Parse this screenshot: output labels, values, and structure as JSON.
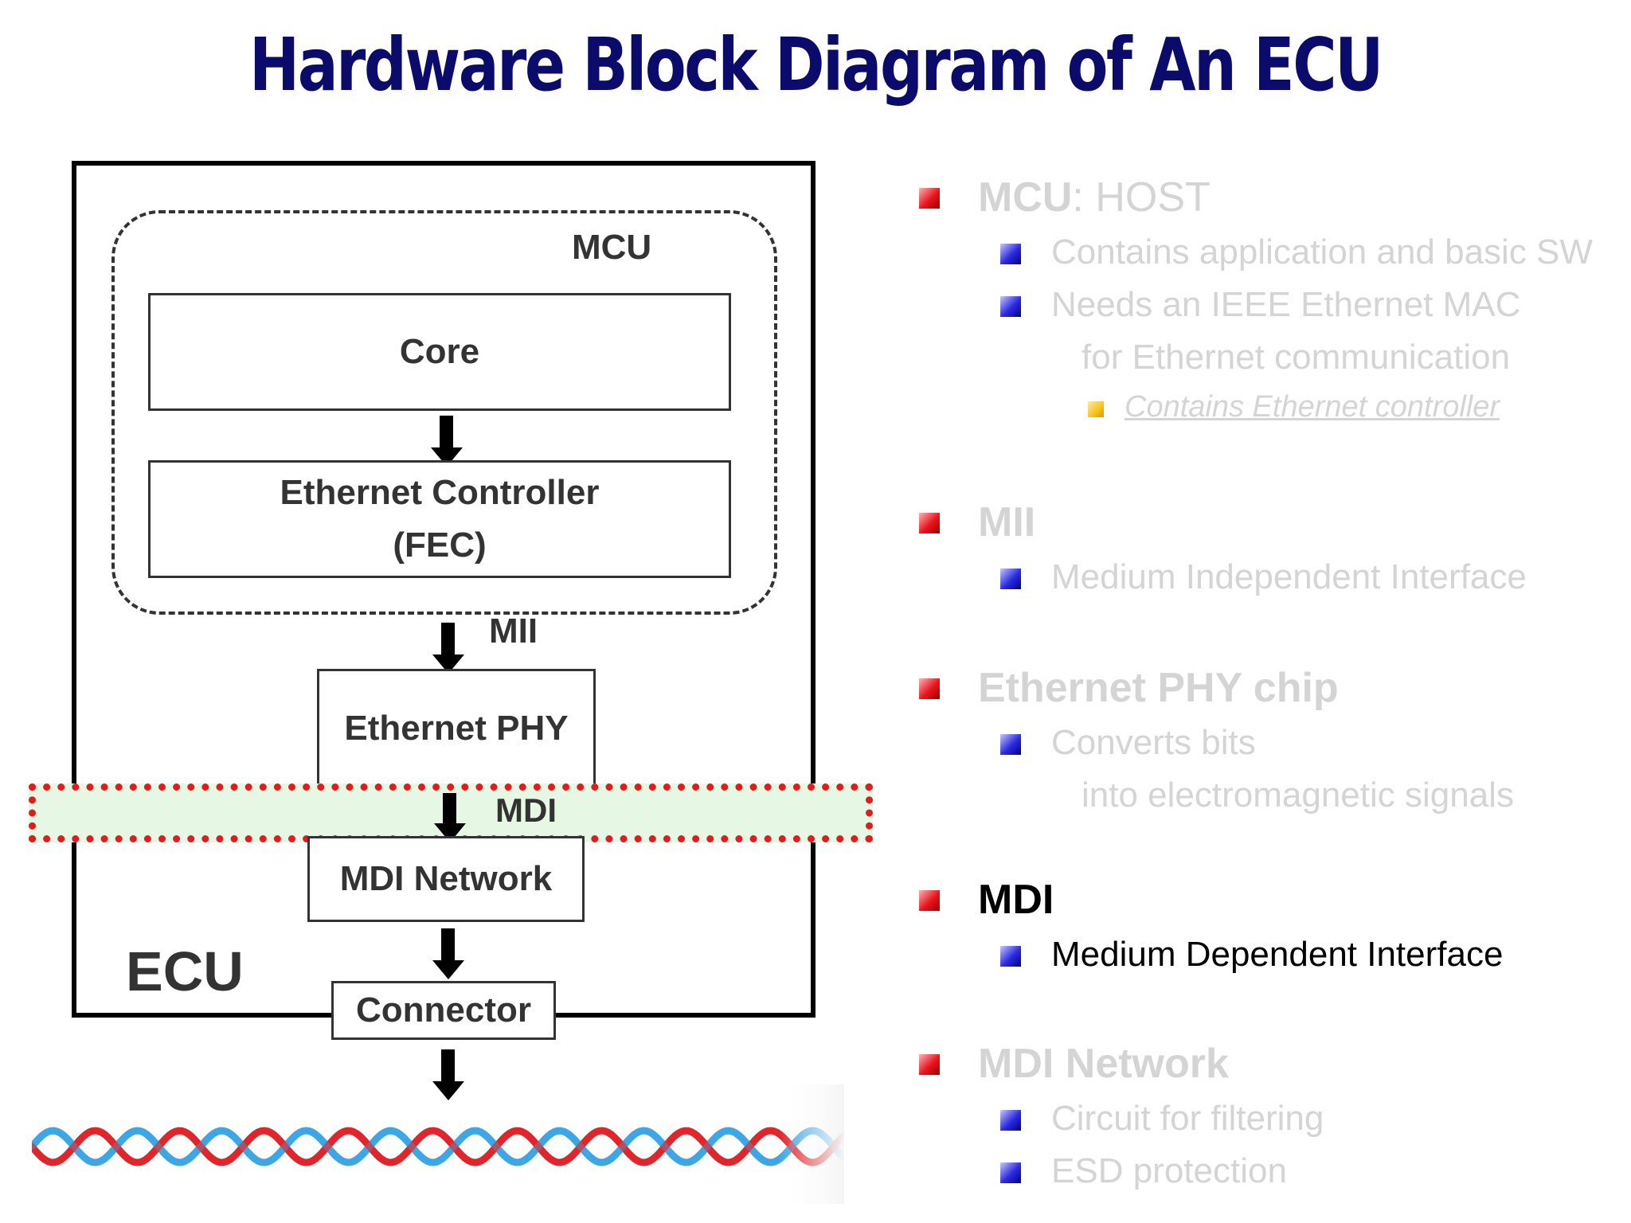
{
  "title": "Hardware Block Diagram of An ECU",
  "diagram": {
    "mcu_label": "MCU",
    "core_label": "Core",
    "controller_label_line1": "Ethernet Controller",
    "controller_label_line2": "(FEC)",
    "mii_label": "MII",
    "phy_label": "Ethernet PHY",
    "mdi_label": "MDI",
    "mdi_network_label": "MDI Network",
    "ecu_label": "ECU",
    "connector_label": "Connector"
  },
  "bullets": {
    "mcu": {
      "heading_bold": "MCU",
      "heading_rest": ": HOST",
      "sub1": "Contains application and basic SW",
      "sub2_line1": "Needs an IEEE Ethernet MAC",
      "sub2_line2": "for Ethernet communication",
      "sub3": "Contains Ethernet controller"
    },
    "mii": {
      "heading": "MII",
      "sub1": "Medium Independent Interface"
    },
    "phy": {
      "heading": "Ethernet PHY chip",
      "sub1_line1": "Converts bits",
      "sub1_line2": "into electromagnetic signals"
    },
    "mdi": {
      "heading": "MDI",
      "sub1": "Medium Dependent Interface"
    },
    "mdi_network": {
      "heading": "MDI Network",
      "sub1": "Circuit for filtering",
      "sub2": "ESD protection"
    }
  },
  "colors": {
    "title": "#0b0b6b",
    "highlight_border": "#e21b1b",
    "highlight_fill": "#e6f8e3",
    "faded_text": "#d4d4d4",
    "cable_red": "#e0262a",
    "cable_blue": "#3fa7e6"
  }
}
